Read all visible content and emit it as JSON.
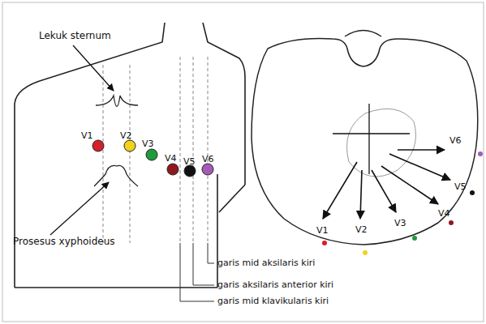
{
  "diagram": {
    "labels": [
      "Lekuk sternum",
      "V1",
      "V2",
      "V3",
      "V4",
      "V5",
      "V6",
      "Prosesus xyphoideus",
      "garis mid aksilaris kiri",
      "garis aksilaris anterior kiri",
      "garis mid klavikularis kiri",
      "V6",
      "V5",
      "V4",
      "V1",
      "V2",
      "V3"
    ]
  }
}
